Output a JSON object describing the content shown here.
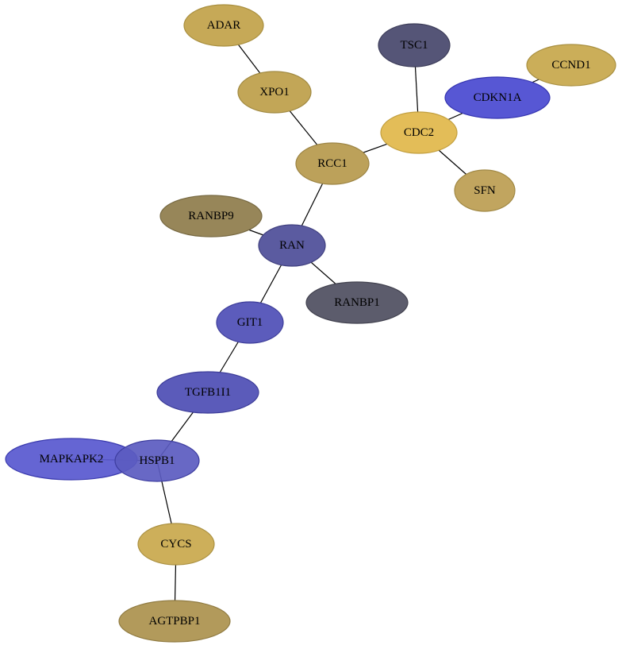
{
  "nodes": [
    {
      "id": "ADAR",
      "label": "ADAR",
      "fill": "#c6a957",
      "stroke": "#a98f3f"
    },
    {
      "id": "XPO1",
      "label": "XPO1",
      "fill": "#c2a657",
      "stroke": "#a18a42"
    },
    {
      "id": "TSC1",
      "label": "TSC1",
      "fill": "#555577",
      "stroke": "#3e3e5a"
    },
    {
      "id": "CCND1",
      "label": "CCND1",
      "fill": "#cbae59",
      "stroke": "#a99041"
    },
    {
      "id": "CDKN1A",
      "label": "CDKN1A",
      "fill": "#5757d4",
      "stroke": "#3535b0"
    },
    {
      "id": "CDC2",
      "label": "CDC2",
      "fill": "#e3bd58",
      "stroke": "#c29f3f"
    },
    {
      "id": "RCC1",
      "label": "RCC1",
      "fill": "#bca15a",
      "stroke": "#9c8444"
    },
    {
      "id": "SFN",
      "label": "SFN",
      "fill": "#c1a55f",
      "stroke": "#a08844"
    },
    {
      "id": "RANBP9",
      "label": "RANBP9",
      "fill": "#978659",
      "stroke": "#776942"
    },
    {
      "id": "RAN",
      "label": "RAN",
      "fill": "#5b5ba0",
      "stroke": "#40407f"
    },
    {
      "id": "RANBP1",
      "label": "RANBP1",
      "fill": "#5c5c6c",
      "stroke": "#42424f"
    },
    {
      "id": "GIT1",
      "label": "GIT1",
      "fill": "#5c5cbc",
      "stroke": "#3e3e9a"
    },
    {
      "id": "TGFB1I1",
      "label": "TGFB1I1",
      "fill": "#5b5bba",
      "stroke": "#3d3d99"
    },
    {
      "id": "MAPKAPK2",
      "label": "MAPKAPK2",
      "fill": "#5858cf",
      "stroke": "#3a3aae"
    },
    {
      "id": "HSPB1",
      "label": "HSPB1",
      "fill": "#5b5bc0",
      "stroke": "#3d3d9f"
    },
    {
      "id": "CYCS",
      "label": "CYCS",
      "fill": "#cdaf5a",
      "stroke": "#ab9142"
    },
    {
      "id": "AGTPBP1",
      "label": "AGTPBP1",
      "fill": "#b29a5b",
      "stroke": "#917c43"
    }
  ],
  "edges": [
    [
      "ADAR",
      "XPO1"
    ],
    [
      "XPO1",
      "RCC1"
    ],
    [
      "TSC1",
      "CDC2"
    ],
    [
      "CCND1",
      "CDKN1A"
    ],
    [
      "CDKN1A",
      "CDC2"
    ],
    [
      "CDC2",
      "RCC1"
    ],
    [
      "CDC2",
      "SFN"
    ],
    [
      "RCC1",
      "RAN"
    ],
    [
      "RANBP9",
      "RAN"
    ],
    [
      "RAN",
      "RANBP1"
    ],
    [
      "RAN",
      "GIT1"
    ],
    [
      "GIT1",
      "TGFB1I1"
    ],
    [
      "TGFB1I1",
      "HSPB1"
    ],
    [
      "MAPKAPK2",
      "HSPB1"
    ],
    [
      "HSPB1",
      "CYCS"
    ],
    [
      "CYCS",
      "AGTPBP1"
    ]
  ]
}
